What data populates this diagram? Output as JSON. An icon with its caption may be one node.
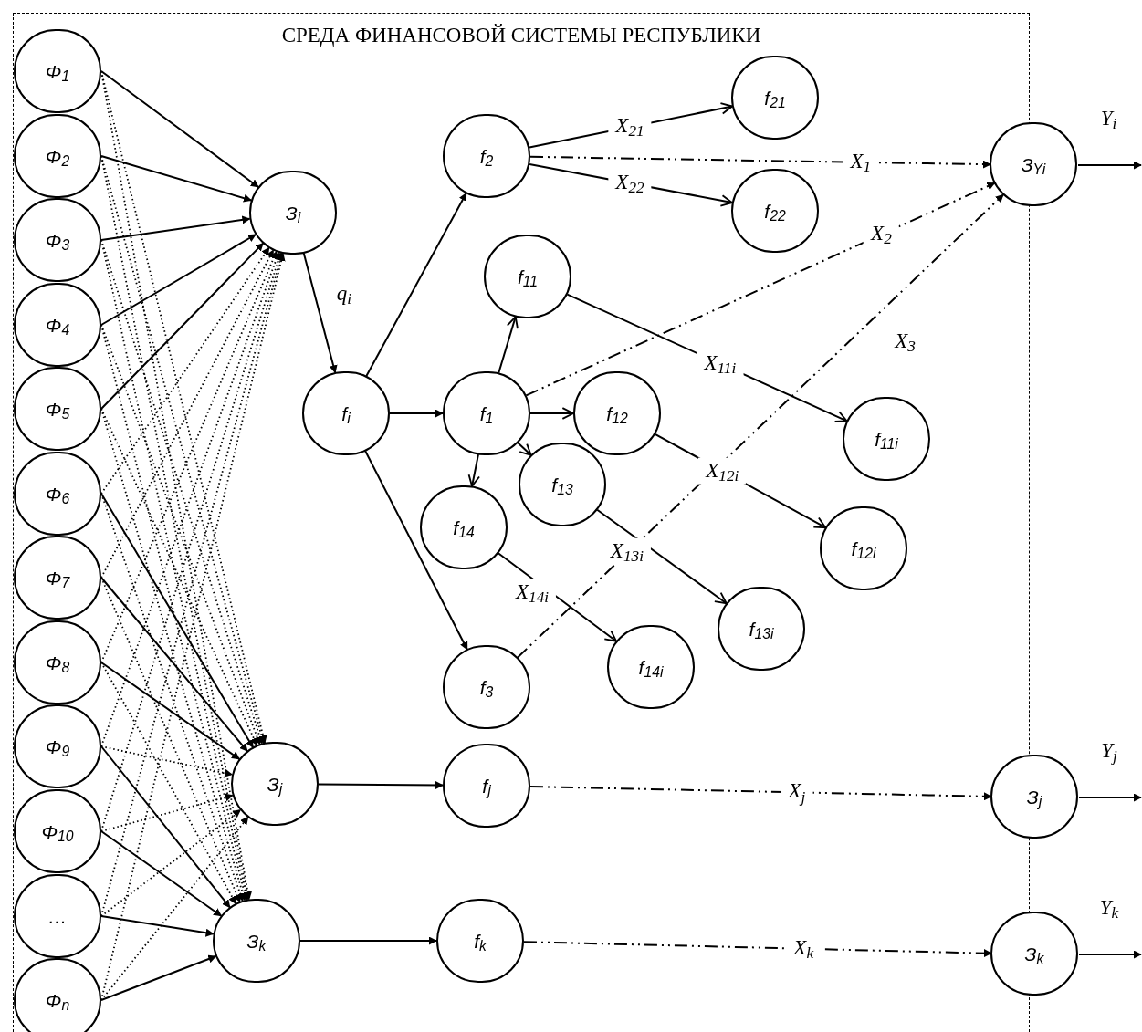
{
  "diagram": {
    "nodes": [
      {
        "text": [
          "СРЕДА ФИНАНСОВОЙ СИСТЕМЫ РЕСПУБЛИКИ"
        ]
      },
      {
        "text": [
          "Φ$_{1}$"
        ],
        "in": 0
      },
      {
        "text": [
          "Φ$_{2}$"
        ],
        "in": 0
      },
      {
        "text": [
          "Φ$_{3}$"
        ],
        "in": 0
      },
      {
        "text": [
          "Φ$_{4}$"
        ],
        "in": 0
      },
      {
        "text": [
          "Φ$_{5}$"
        ],
        "in": 0
      },
      {
        "text": [
          "Φ$_{6}$"
        ],
        "in": 0
      },
      {
        "text": [
          "Φ$_{7}$"
        ],
        "in": 0
      },
      {
        "text": [
          "Φ$_{8}$"
        ],
        "in": 0
      },
      {
        "text": [
          "Φ$_{9}$"
        ],
        "in": 0
      },
      {
        "text": [
          "Φ$_{10}$"
        ],
        "in": 0
      },
      {
        "text": [
          "…"
        ],
        "in": 0
      },
      {
        "text": [
          "Φ$_{n}$"
        ],
        "in": 0
      },
      {
        "text": [
          "З$_{i}$"
        ],
        "in": 0
      },
      {
        "text": [
          "З$_{j}$"
        ],
        "in": 0
      },
      {
        "text": [
          "З$_{k}$"
        ],
        "in": 0
      },
      {
        "text": [
          "f$_{i}$"
        ],
        "in": 0
      },
      {
        "text": [
          "f$_{2}$"
        ],
        "in": 0
      },
      {
        "text": [
          "f$_{21}$"
        ],
        "in": 0
      },
      {
        "text": [
          "f$_{22}$"
        ],
        "in": 0
      },
      {
        "text": [
          "f$_{11}$"
        ],
        "in": 0
      },
      {
        "text": [
          "f$_{1}$"
        ],
        "in": 0
      },
      {
        "text": [
          "f$_{12}$"
        ],
        "in": 0
      },
      {
        "text": [
          "f$_{13}$"
        ],
        "in": 0
      },
      {
        "text": [
          "f$_{14}$"
        ],
        "in": 0
      },
      {
        "text": [
          "f$_{11i}$"
        ],
        "in": 0
      },
      {
        "text": [
          "f$_{12i}$"
        ],
        "in": 0
      },
      {
        "text": [
          "f$_{13i}$"
        ],
        "in": 0
      },
      {
        "text": [
          "f$_{14i}$"
        ],
        "in": 0
      },
      {
        "text": [
          "f$_{3}$"
        ],
        "in": 0
      },
      {
        "text": [
          "f$_{j}$"
        ],
        "in": 0
      },
      {
        "text": [
          "f$_{k}$"
        ],
        "in": 0
      },
      {
        "text": [
          "З$_{Yi}$"
        ]
      },
      {
        "text": [
          "З$_{j}$"
        ]
      },
      {
        "text": [
          "З$_{k}$"
        ]
      }
    ],
    "edges": [
      {
        "from": 1,
        "to": 13,
        "arrow": "to"
      },
      {
        "from": 1,
        "to": 14,
        "arrow": "to",
        "style": "dashed"
      },
      {
        "from": 1,
        "to": 15,
        "arrow": "to",
        "style": "dashed"
      },
      {
        "from": 2,
        "to": 13,
        "arrow": "to"
      },
      {
        "from": 2,
        "to": 14,
        "arrow": "to",
        "style": "dashed"
      },
      {
        "from": 2,
        "to": 15,
        "arrow": "to",
        "style": "dashed"
      },
      {
        "from": 3,
        "to": 13,
        "arrow": "to"
      },
      {
        "from": 3,
        "to": 14,
        "arrow": "to",
        "style": "dashed"
      },
      {
        "from": 3,
        "to": 15,
        "arrow": "to",
        "style": "dashed"
      },
      {
        "from": 4,
        "to": 13,
        "arrow": "to"
      },
      {
        "from": 4,
        "to": 14,
        "arrow": "to",
        "style": "dashed"
      },
      {
        "from": 4,
        "to": 15,
        "arrow": "to",
        "style": "dashed"
      },
      {
        "from": 5,
        "to": 13,
        "arrow": "to"
      },
      {
        "from": 5,
        "to": 14,
        "arrow": "to",
        "style": "dashed"
      },
      {
        "from": 5,
        "to": 15,
        "arrow": "to",
        "style": "dashed"
      },
      {
        "from": 6,
        "to": 13,
        "arrow": "to",
        "style": "dashed"
      },
      {
        "from": 6,
        "to": 14,
        "arrow": "to"
      },
      {
        "from": 6,
        "to": 15,
        "arrow": "to",
        "style": "dashed"
      },
      {
        "from": 7,
        "to": 13,
        "arrow": "to",
        "style": "dashed"
      },
      {
        "from": 7,
        "to": 14,
        "arrow": "to"
      },
      {
        "from": 7,
        "to": 15,
        "arrow": "to",
        "style": "dashed"
      },
      {
        "from": 8,
        "to": 13,
        "arrow": "to",
        "style": "dashed"
      },
      {
        "from": 8,
        "to": 14,
        "arrow": "to"
      },
      {
        "from": 8,
        "to": 15,
        "arrow": "to",
        "style": "dashed"
      },
      {
        "from": 9,
        "to": 13,
        "arrow": "to",
        "style": "dashed"
      },
      {
        "from": 9,
        "to": 14,
        "arrow": "to",
        "style": "dashed"
      },
      {
        "from": 9,
        "to": 15,
        "arrow": "to"
      },
      {
        "from": 10,
        "to": 13,
        "arrow": "to",
        "style": "dashed"
      },
      {
        "from": 10,
        "to": 14,
        "arrow": "to",
        "style": "dashed"
      },
      {
        "from": 10,
        "to": 15,
        "arrow": "to"
      },
      {
        "from": 11,
        "to": 13,
        "arrow": "to",
        "style": "dashed"
      },
      {
        "from": 11,
        "to": 14,
        "arrow": "to",
        "style": "dashed"
      },
      {
        "from": 11,
        "to": 15,
        "arrow": "to"
      },
      {
        "from": 12,
        "to": 13,
        "arrow": "to",
        "style": "dashed"
      },
      {
        "from": 12,
        "to": 14,
        "arrow": "to",
        "style": "dashed"
      },
      {
        "from": 12,
        "to": 15,
        "arrow": "to"
      },
      {
        "from": 13,
        "to": 16,
        "arrow": "to",
        "label": "q$_{i}$"
      },
      {
        "from": 16,
        "to": 17,
        "arrow": "to"
      },
      {
        "from": 16,
        "to": 21,
        "arrow": "to"
      },
      {
        "from": 16,
        "to": 29,
        "arrow": "to"
      },
      {
        "from": 17,
        "to": 18,
        "arrow": "to",
        "label": "X$_{21}$"
      },
      {
        "from": 17,
        "to": 19,
        "arrow": "to",
        "label": "X$_{22}$"
      },
      {
        "from": 17,
        "to": 32,
        "arrow": "to",
        "label": "X$_{1}$",
        "style": "dashed"
      },
      {
        "from": 21,
        "to": 20,
        "arrow": "to"
      },
      {
        "from": 21,
        "to": 22,
        "arrow": "to"
      },
      {
        "from": 21,
        "to": 23,
        "arrow": "to"
      },
      {
        "from": 21,
        "to": 24,
        "arrow": "to"
      },
      {
        "from": 20,
        "to": 25,
        "arrow": "to",
        "label": "X$_{11i}$"
      },
      {
        "from": 22,
        "to": 26,
        "arrow": "to",
        "label": "X$_{12i}$"
      },
      {
        "from": 23,
        "to": 27,
        "arrow": "to",
        "label": "X$_{13i}$"
      },
      {
        "from": 24,
        "to": 28,
        "arrow": "to",
        "label": "X$_{14i}$"
      },
      {
        "from": 21,
        "to": 32,
        "arrow": "to",
        "label": "X$_{2}$",
        "style": "dashed"
      },
      {
        "from": 29,
        "to": 32,
        "arrow": "to",
        "label": "X$_{3}$",
        "style": "dashed"
      },
      {
        "from": 14,
        "to": 30,
        "arrow": "to"
      },
      {
        "from": 15,
        "to": 31,
        "arrow": "to"
      },
      {
        "from": 30,
        "to": 33,
        "arrow": "to",
        "label": "X$_{j}$",
        "style": "dashed"
      },
      {
        "from": 31,
        "to": 34,
        "arrow": "to",
        "label": "X$_{k}$",
        "style": "dashed"
      },
      {
        "from": 32,
        "to": null,
        "arrow": "to",
        "label": "Y$_{i}$"
      },
      {
        "from": 33,
        "to": null,
        "arrow": "to",
        "label": "Y$_{j}$"
      },
      {
        "from": 34,
        "to": null,
        "arrow": "to",
        "label": "Y$_{k}$"
      }
    ]
  }
}
